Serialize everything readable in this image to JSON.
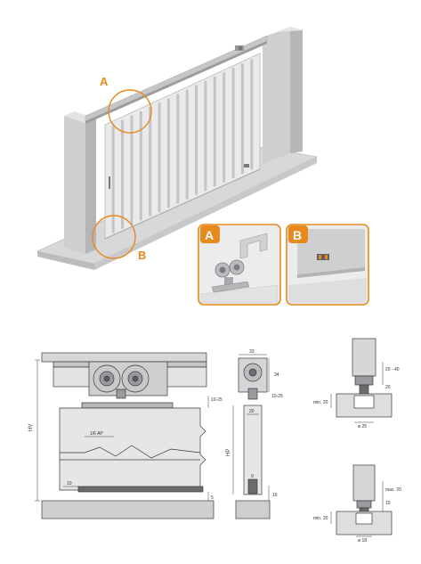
{
  "callouts": {
    "a": "A",
    "b": "B"
  },
  "detail_tags": {
    "a": "A",
    "b": "B"
  },
  "colors": {
    "accent": "#e8891c",
    "metal": "#d7d7d9",
    "dark": "#6b6b6d",
    "line": "#3a3a3a"
  },
  "front_view": {
    "hv_label": "HV",
    "dim_10_25": "10-25",
    "dim_1_6_ap": "1/6 AP",
    "dim_10": "10",
    "dim_5": "5"
  },
  "section_view": {
    "dim_33": "33",
    "dim_34": "34",
    "dim_10_25": "10-25",
    "dim_20": "20",
    "hp_label": "HP",
    "dim_9": "9",
    "dim_15": "15"
  },
  "detail_top": {
    "dim_20_40": "20 - 40",
    "dim_20": "20",
    "min_20": "min. 20",
    "dia_25": "ø 25"
  },
  "detail_bottom": {
    "max_20": "max. 20",
    "dim_10": "10",
    "min_20": "min. 20",
    "dia_18": "ø 18"
  }
}
